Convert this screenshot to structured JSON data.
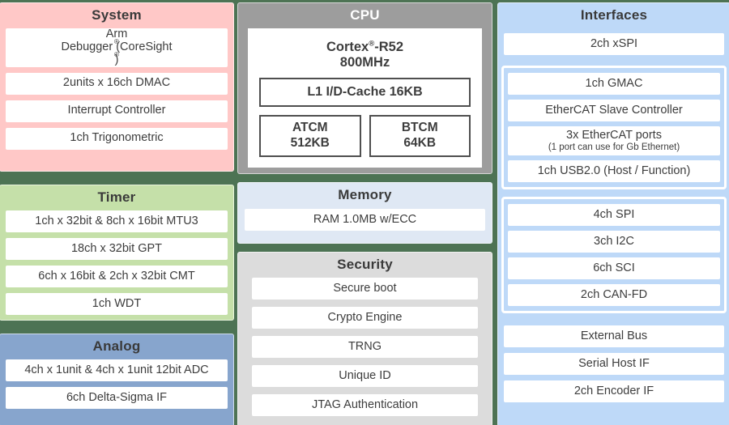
{
  "colors": {
    "background_green": "#4d7354",
    "system_pink": "#ffc8c7",
    "timer_green": "#c5e0a9",
    "analog_blue": "#87a5cd",
    "cpu_gray": "#9d9d9d",
    "memory_lavender": "#dfe8f4",
    "security_gray": "#dcdcdc",
    "interfaces_blue": "#bed9f8",
    "item_white": "#ffffff",
    "text_dark": "#3d3d3d"
  },
  "blocks": {
    "system": {
      "title": "System",
      "items": [
        "Arm® Debugger (CoreSight®)",
        "2units x 16ch DMAC",
        "Interrupt Controller",
        "1ch Trigonometric"
      ]
    },
    "timer": {
      "title": "Timer",
      "items": [
        "1ch x 32bit & 8ch x 16bit MTU3",
        "18ch x 32bit GPT",
        "6ch x 16bit & 2ch x 32bit CMT",
        "1ch WDT"
      ]
    },
    "analog": {
      "title": "Analog",
      "items": [
        "4ch x 1unit & 4ch x 1unit 12bit ADC",
        "6ch Delta-Sigma IF"
      ]
    },
    "cpu": {
      "title": "CPU",
      "core_name": "Cortex®-R52",
      "core_freq": "800MHz",
      "cache": "L1 I/D-Cache 16KB",
      "tcm": [
        {
          "name": "ATCM",
          "size": "512KB"
        },
        {
          "name": "BTCM",
          "size": "64KB"
        }
      ]
    },
    "memory": {
      "title": "Memory",
      "items": [
        "RAM 1.0MB w/ECC"
      ]
    },
    "security": {
      "title": "Security",
      "items": [
        "Secure boot",
        "Crypto Engine",
        "TRNG",
        "Unique ID",
        "JTAG Authentication"
      ]
    },
    "interfaces": {
      "title": "Interfaces",
      "xspi": "2ch xSPI",
      "group1": [
        {
          "label": "1ch GMAC"
        },
        {
          "label": "EtherCAT Slave Controller"
        },
        {
          "label": "3x EtherCAT ports",
          "sub": "(1 port can use for Gb Ethernet)"
        },
        {
          "label": "1ch USB2.0 (Host / Function)"
        }
      ],
      "group2": [
        "4ch SPI",
        "3ch I2C",
        "6ch SCI",
        "2ch CAN-FD"
      ],
      "bottom": [
        "External Bus",
        "Serial Host IF",
        "2ch Encoder IF"
      ]
    }
  }
}
